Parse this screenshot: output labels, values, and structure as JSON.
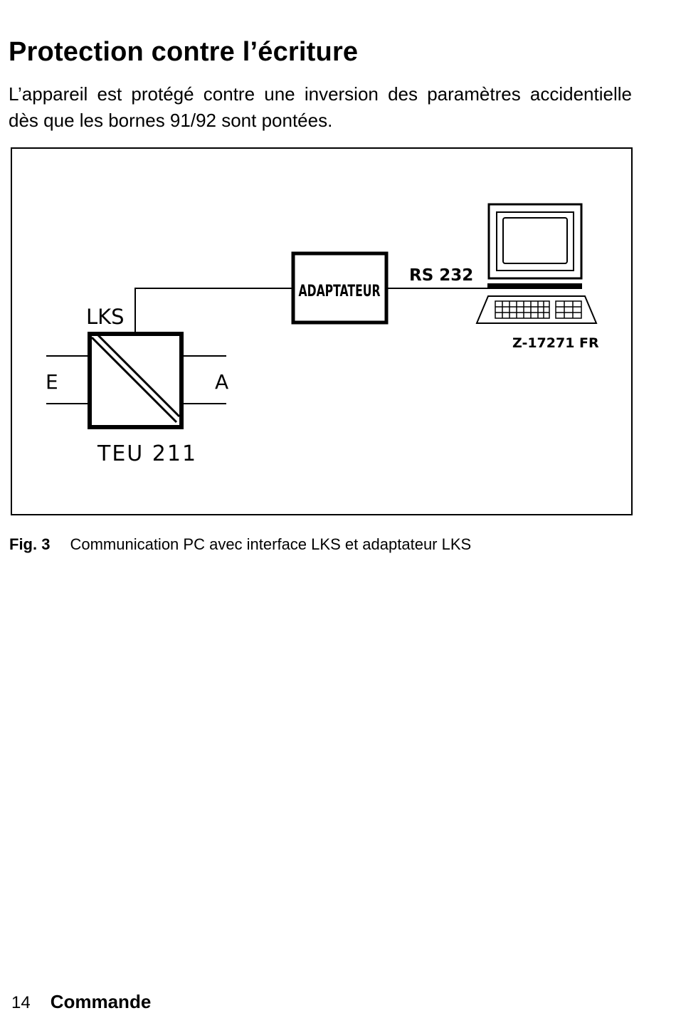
{
  "heading": "Protection contre l’écriture",
  "intro": "L’appareil est protégé contre une inversion des paramètres accidentielle dès que les bornes 91/92 sont pontées.",
  "diagram": {
    "lks_label": "LKS",
    "input_label": "E",
    "output_label": "A",
    "device_label": "TEU 211",
    "adapter_label": "ADAPTATEUR",
    "link_label": "RS 232",
    "ref_code": "Z-17271 FR"
  },
  "caption": {
    "label": "Fig. 3",
    "text": "Communication PC avec interface LKS et adaptateur LKS"
  },
  "footer": {
    "page_number": "14",
    "section": "Commande"
  }
}
